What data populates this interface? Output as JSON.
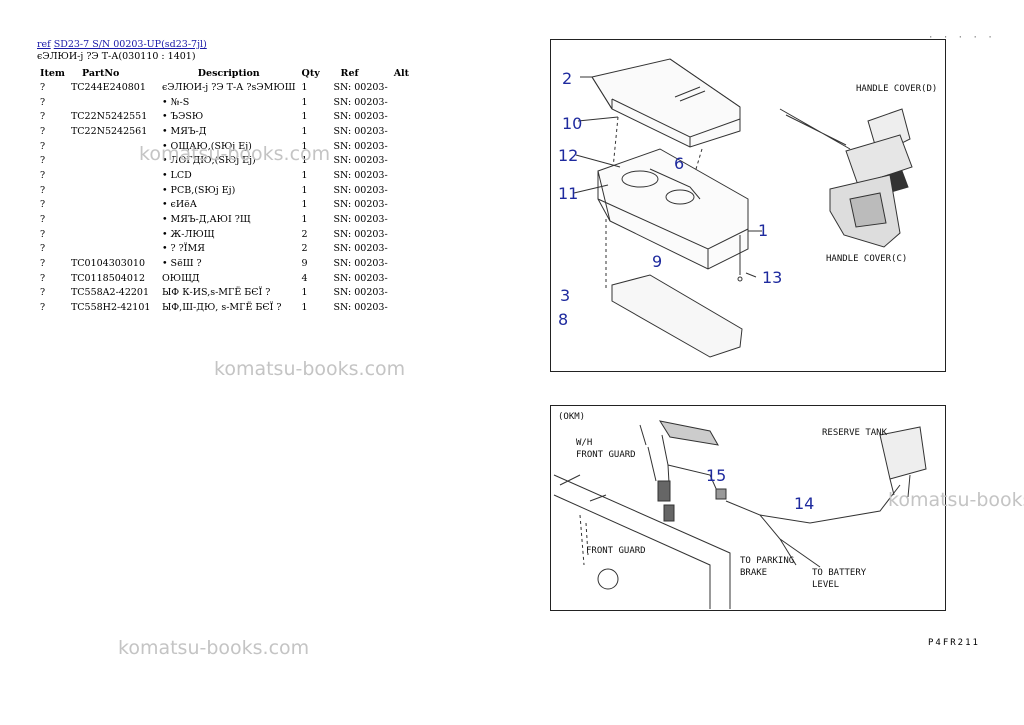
{
  "header": {
    "ref_link": "ref",
    "model_link": "SD23-7 S/N 00203-UP(sd23-7jl)",
    "group_title": "єЭЛЮИ-j ?Э Т-А(030110 : 1401)"
  },
  "columns": [
    "Item",
    "PartNo",
    "Description",
    "Qty",
    "Ref",
    "Alt"
  ],
  "rows": [
    {
      "item": "?",
      "part": "TC244E240801",
      "desc": "єЭЛЮИ-j ?Э Т-А ?sЭМЮШ",
      "qty": "1",
      "ref": "SN: 00203-"
    },
    {
      "item": "?",
      "part": "",
      "desc": "• №-S",
      "qty": "1",
      "ref": "SN: 00203-"
    },
    {
      "item": "?",
      "part": "TC22N5242551",
      "desc": "• ЪЭSЮ",
      "qty": "1",
      "ref": "SN: 00203-"
    },
    {
      "item": "?",
      "part": "TC22N5242561",
      "desc": "• МЯЪ-Д",
      "qty": "1",
      "ref": "SN: 00203-"
    },
    {
      "item": "?",
      "part": "",
      "desc": "• ОЩАЮ,(SЮj Ej)",
      "qty": "1",
      "ref": "SN: 00203-"
    },
    {
      "item": "?",
      "part": "",
      "desc": "• ЛОГДЮ,(SЮj Ej)",
      "qty": "1",
      "ref": "SN: 00203-"
    },
    {
      "item": "?",
      "part": "",
      "desc": "• LCD",
      "qty": "1",
      "ref": "SN: 00203-"
    },
    {
      "item": "?",
      "part": "",
      "desc": "• PCB,(SЮj Ej)",
      "qty": "1",
      "ref": "SN: 00203-"
    },
    {
      "item": "?",
      "part": "",
      "desc": "• єИёА",
      "qty": "1",
      "ref": "SN: 00203-"
    },
    {
      "item": "?",
      "part": "",
      "desc": "• МЯЪ-Д,АЮI ?Щ",
      "qty": "1",
      "ref": "SN: 00203-"
    },
    {
      "item": "?",
      "part": "",
      "desc": "• Ж-ЛЮЩ",
      "qty": "2",
      "ref": "SN: 00203-"
    },
    {
      "item": "?",
      "part": "",
      "desc": "• ? ?ЇМЯ",
      "qty": "2",
      "ref": "SN: 00203-"
    },
    {
      "item": "?",
      "part": "TC0104303010",
      "desc": "• SёШ ?",
      "qty": "9",
      "ref": "SN: 00203-"
    },
    {
      "item": "?",
      "part": "TC0118504012",
      "desc": "ОЮЩД",
      "qty": "4",
      "ref": "SN: 00203-"
    },
    {
      "item": "?",
      "part": "TC558A2-42201",
      "desc": "ЫФ К-ИS,s-МГЁ БЄЇ ?",
      "qty": "1",
      "ref": "SN: 00203-"
    },
    {
      "item": "?",
      "part": "TC558H2-42101",
      "desc": "ЫФ,Ш-ДЮ, s-МГЁ БЄЇ ?",
      "qty": "1",
      "ref": "SN: 00203-"
    }
  ],
  "watermark": "komatsu-books.com",
  "diagram1": {
    "handle_cover_d": "HANDLE COVER(D)",
    "handle_cover_c": "HANDLE COVER(C)",
    "callouts": [
      "1",
      "2",
      "3",
      "6",
      "8",
      "9",
      "10",
      "11",
      "12",
      "13"
    ]
  },
  "diagram2": {
    "okm": "(OKM)",
    "wh_front_guard": "W/H",
    "front_guard_line2": "FRONT GUARD",
    "front_guard": "FRONT GUARD",
    "reserve_tank": "RESERVE TANK",
    "to_parking": "TO PARKING",
    "brake": "BRAKE",
    "to_battery": "TO BATTERY",
    "level": "LEVEL",
    "callouts": [
      "14",
      "15"
    ]
  },
  "page_code": "P4FR211",
  "corner_mark": "· · · · ·"
}
